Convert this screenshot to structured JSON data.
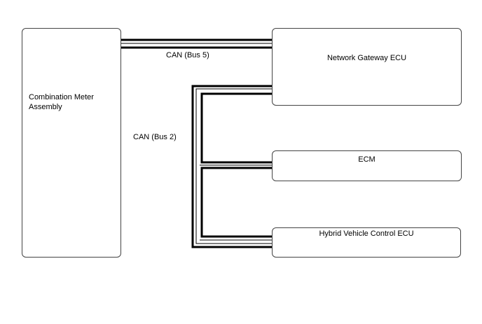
{
  "nodes": {
    "combination_meter": "Combination Meter\nAssembly",
    "network_gateway": "Network Gateway ECU",
    "ecm": "ECM",
    "hybrid_vehicle_control": "Hybrid Vehicle Control ECU"
  },
  "buses": {
    "bus5": "CAN (Bus 5)",
    "bus2": "CAN (Bus 2)"
  },
  "colors": {
    "wire": "#000000",
    "box_border": "#444444"
  }
}
